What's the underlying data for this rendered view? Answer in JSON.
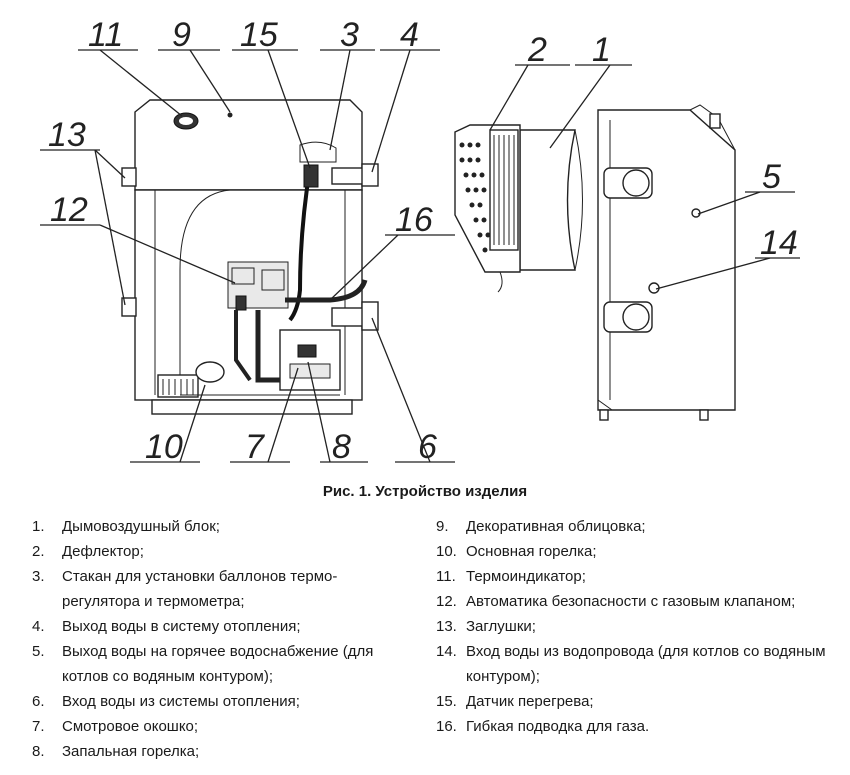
{
  "figure": {
    "labels": {
      "l11": "11",
      "l9": "9",
      "l15": "15",
      "l3": "3",
      "l4": "4",
      "l13": "13",
      "l12": "12",
      "l16": "16",
      "l10": "10",
      "l7": "7",
      "l8": "8",
      "l6": "6",
      "l2": "2",
      "l1": "1",
      "l5": "5",
      "l14": "14"
    },
    "caption": "Рис. 1. Устройство изделия"
  },
  "legend": {
    "left": [
      {
        "num": "1.",
        "text": "Дымовоздушный блок;"
      },
      {
        "num": "2.",
        "text": "Дефлектор;"
      },
      {
        "num": "3.",
        "text": "Стакан для установки баллонов термо-регулятора и термометра;"
      },
      {
        "num": "4.",
        "text": "Выход воды в систему отопления;"
      },
      {
        "num": "5.",
        "text": "Выход воды на горячее водоснабжение (для котлов со водяным контуром);"
      },
      {
        "num": "6.",
        "text": "Вход воды из системы отопления;"
      },
      {
        "num": "7.",
        "text": "Смотровое окошко;"
      },
      {
        "num": "8.",
        "text": "Запальная горелка;"
      }
    ],
    "right": [
      {
        "num": "9.",
        "text": "Декоративная облицовка;"
      },
      {
        "num": "10.",
        "text": "Основная горелка;"
      },
      {
        "num": "11.",
        "text": "Термоиндикатор;"
      },
      {
        "num": "12.",
        "text": "Автоматика безопасности с газовым клапаном;"
      },
      {
        "num": "13.",
        "text": "Заглушки;"
      },
      {
        "num": "14.",
        "text": "Вход воды из водопровода (для котлов со водяным контуром);"
      },
      {
        "num": "15.",
        "text": "Датчик перегрева;"
      },
      {
        "num": "16.",
        "text": "Гибкая подводка для газа."
      }
    ]
  }
}
